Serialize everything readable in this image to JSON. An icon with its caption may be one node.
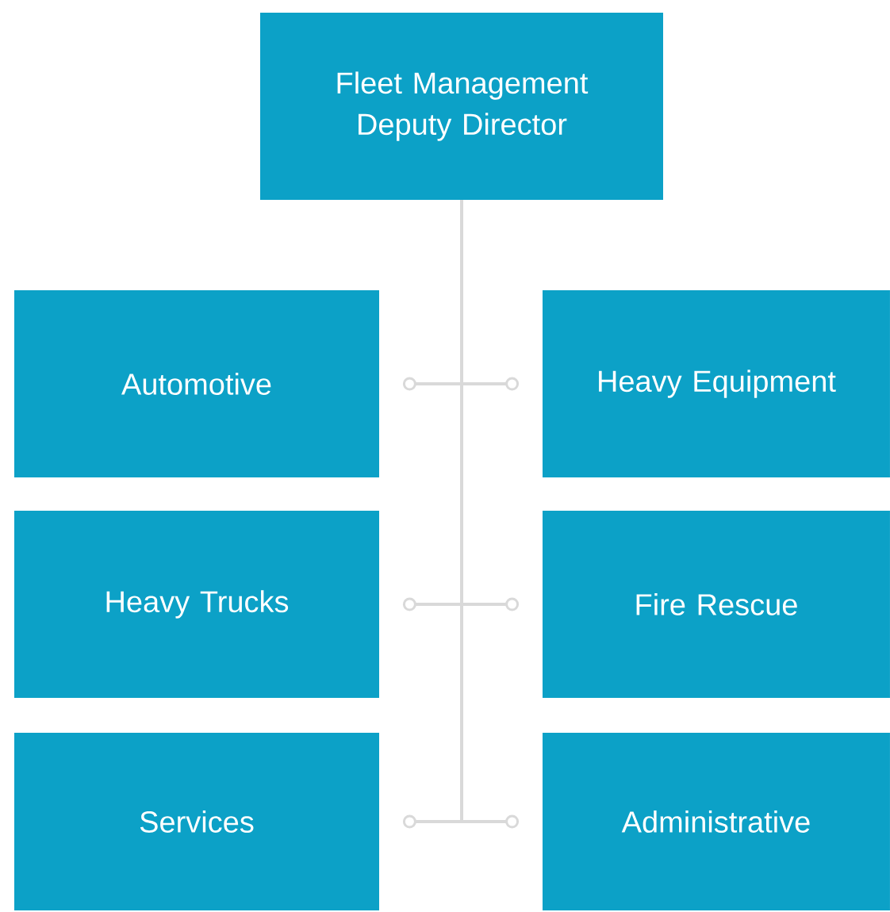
{
  "diagram": {
    "nodes": [
      {
        "text": [
          "Fleet Management Deputy Director"
        ]
      },
      {
        "text": [
          "Automotive"
        ]
      },
      {
        "text": [
          "Heavy Equipment"
        ]
      },
      {
        "text": [
          "Heavy Trucks"
        ]
      },
      {
        "text": [
          "Fire Rescue"
        ]
      },
      {
        "text": [
          "Services"
        ]
      },
      {
        "text": [
          "Administrative"
        ]
      }
    ],
    "edges": [
      {
        "from": 0,
        "to": 1,
        "arrow": "other"
      },
      {
        "from": 0,
        "to": 2,
        "arrow": "other"
      },
      {
        "from": 0,
        "to": 3,
        "arrow": "other"
      },
      {
        "from": 0,
        "to": 4,
        "arrow": "other"
      },
      {
        "from": 0,
        "to": 5,
        "arrow": "other"
      },
      {
        "from": 0,
        "to": 6,
        "arrow": "other"
      }
    ]
  }
}
